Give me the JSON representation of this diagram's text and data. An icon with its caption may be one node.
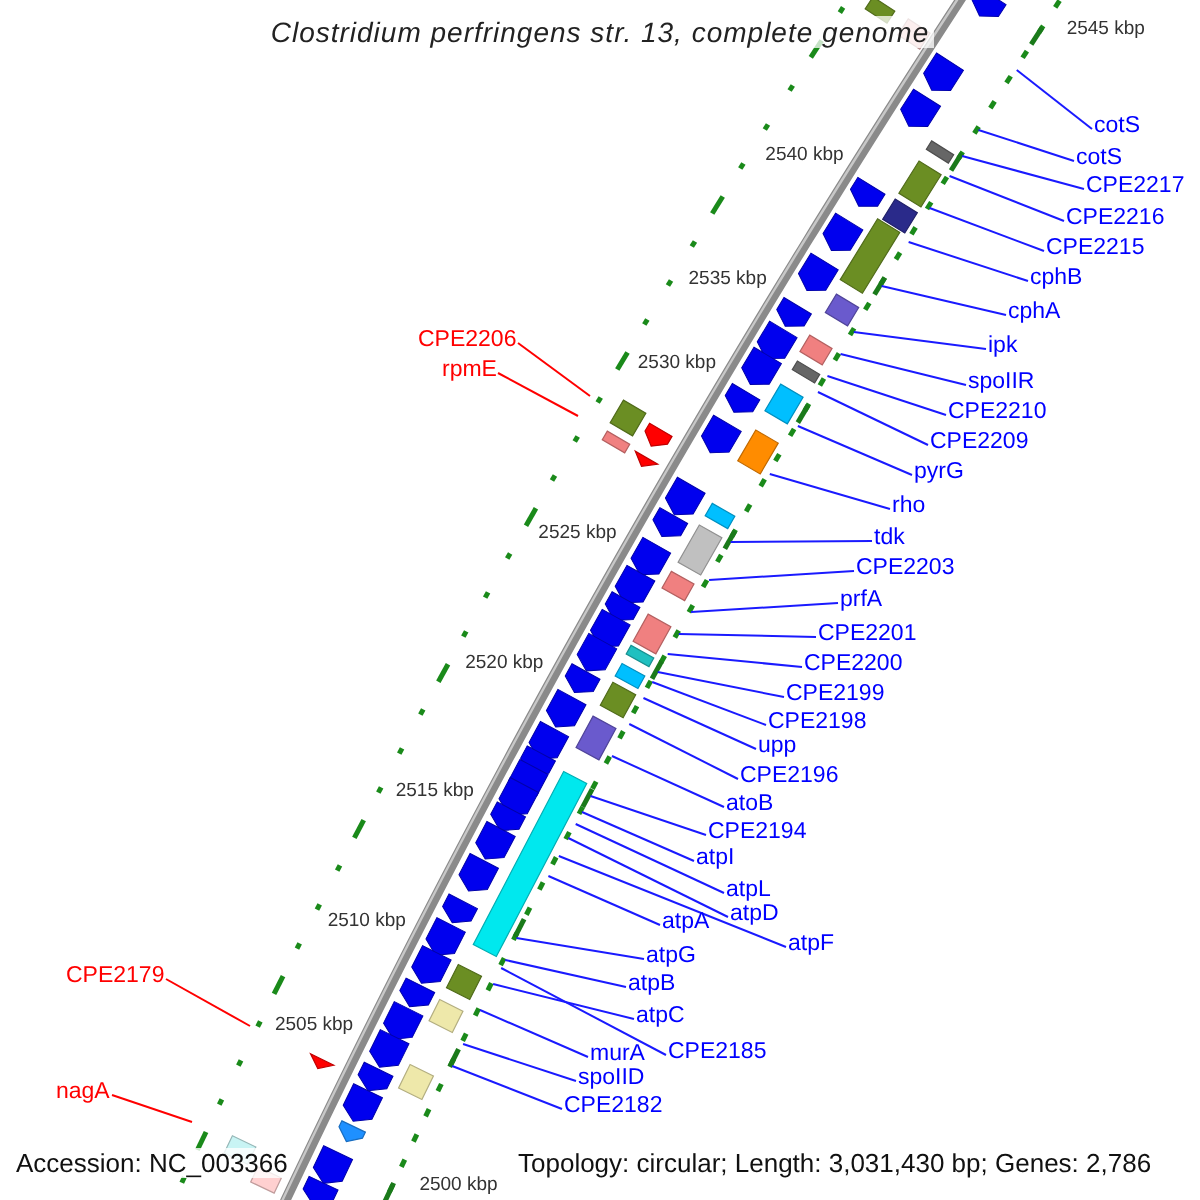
{
  "diagram": {
    "title": "Clostridium perfringens str. 13, complete genome",
    "nodes": [
      {
        "text": [
          "cotS"
        ]
      },
      {
        "text": [
          "cotS"
        ]
      },
      {
        "text": [
          "CPE2217"
        ]
      },
      {
        "text": [
          "CPE2216"
        ]
      },
      {
        "text": [
          "CPE2215"
        ]
      },
      {
        "text": [
          "cphB"
        ]
      },
      {
        "text": [
          "cphA"
        ]
      },
      {
        "text": [
          "CPE2206"
        ]
      },
      {
        "text": [
          "ipk"
        ]
      },
      {
        "text": [
          "rpmE"
        ]
      },
      {
        "text": [
          "spoIIR"
        ]
      },
      {
        "text": [
          "CPE2210"
        ]
      },
      {
        "text": [
          "CPE2209"
        ]
      },
      {
        "text": [
          "pyrG"
        ]
      },
      {
        "text": [
          "rho"
        ]
      },
      {
        "text": [
          "tdk"
        ]
      },
      {
        "text": [
          "CPE2203"
        ]
      },
      {
        "text": [
          "prfA"
        ]
      },
      {
        "text": [
          "CPE2201"
        ]
      },
      {
        "text": [
          "CPE2200"
        ]
      },
      {
        "text": [
          "CPE2199"
        ]
      },
      {
        "text": [
          "CPE2198"
        ]
      },
      {
        "text": [
          "upp"
        ]
      },
      {
        "text": [
          "CPE2196"
        ]
      },
      {
        "text": [
          "atoB"
        ]
      },
      {
        "text": [
          "CPE2194"
        ]
      },
      {
        "text": [
          "atpI"
        ]
      },
      {
        "text": [
          "atpL"
        ]
      },
      {
        "text": [
          "atpA"
        ]
      },
      {
        "text": [
          "atpD"
        ]
      },
      {
        "text": [
          "atpF"
        ]
      },
      {
        "text": [
          "atpG"
        ]
      },
      {
        "text": [
          "atpB"
        ]
      },
      {
        "text": [
          "CPE2179"
        ]
      },
      {
        "text": [
          "atpC"
        ]
      },
      {
        "text": [
          "murA"
        ]
      },
      {
        "text": [
          "CPE2185"
        ]
      },
      {
        "text": [
          "spoIID"
        ]
      },
      {
        "text": [
          "nagA"
        ]
      },
      {
        "text": [
          "CPE2182"
        ]
      }
    ],
    "edges": [
      {
        "from": 0,
        "to": null,
        "arrow": "none"
      },
      {
        "from": 1,
        "to": null,
        "arrow": "none"
      },
      {
        "from": 2,
        "to": null,
        "arrow": "none"
      },
      {
        "from": 3,
        "to": null,
        "arrow": "none"
      },
      {
        "from": 4,
        "to": null,
        "arrow": "none"
      },
      {
        "from": 5,
        "to": null,
        "arrow": "none"
      },
      {
        "from": 6,
        "to": null,
        "arrow": "none"
      },
      {
        "from": 7,
        "to": null,
        "arrow": "none",
        "color": "#ff0000"
      },
      {
        "from": 8,
        "to": null,
        "arrow": "none"
      },
      {
        "from": 9,
        "to": null,
        "arrow": "none",
        "color": "#ff0000"
      },
      {
        "from": 10,
        "to": null,
        "arrow": "none"
      },
      {
        "from": 11,
        "to": null,
        "arrow": "none"
      },
      {
        "from": 12,
        "to": null,
        "arrow": "none"
      },
      {
        "from": 13,
        "to": null,
        "arrow": "none"
      },
      {
        "from": 14,
        "to": null,
        "arrow": "none"
      },
      {
        "from": 15,
        "to": null,
        "arrow": "none"
      },
      {
        "from": 16,
        "to": null,
        "arrow": "none"
      },
      {
        "from": 17,
        "to": null,
        "arrow": "none"
      },
      {
        "from": 18,
        "to": null,
        "arrow": "none"
      },
      {
        "from": 19,
        "to": null,
        "arrow": "none"
      },
      {
        "from": 20,
        "to": null,
        "arrow": "none"
      },
      {
        "from": 21,
        "to": null,
        "arrow": "none"
      },
      {
        "from": 22,
        "to": null,
        "arrow": "none"
      },
      {
        "from": 23,
        "to": null,
        "arrow": "none"
      },
      {
        "from": 24,
        "to": null,
        "arrow": "none"
      },
      {
        "from": 25,
        "to": null,
        "arrow": "none"
      },
      {
        "from": 26,
        "to": null,
        "arrow": "none"
      },
      {
        "from": 27,
        "to": null,
        "arrow": "none"
      },
      {
        "from": 28,
        "to": null,
        "arrow": "none"
      },
      {
        "from": 29,
        "to": null,
        "arrow": "none"
      },
      {
        "from": 30,
        "to": null,
        "arrow": "none"
      },
      {
        "from": 31,
        "to": null,
        "arrow": "none"
      },
      {
        "from": 32,
        "to": null,
        "arrow": "none"
      },
      {
        "from": 33,
        "to": null,
        "arrow": "none",
        "color": "#ff0000"
      },
      {
        "from": 34,
        "to": null,
        "arrow": "none"
      },
      {
        "from": 35,
        "to": null,
        "arrow": "none"
      },
      {
        "from": 36,
        "to": null,
        "arrow": "none"
      },
      {
        "from": 37,
        "to": null,
        "arrow": "none"
      },
      {
        "from": 38,
        "to": null,
        "arrow": "none",
        "color": "#ff0000"
      },
      {
        "from": 39,
        "to": null,
        "arrow": "none"
      }
    ],
    "labels": [
      "2545 kbp",
      "2540 kbp",
      "2535 kbp",
      "2530 kbp",
      "2525 kbp",
      "2520 kbp",
      "2515 kbp",
      "2510 kbp",
      "2505 kbp",
      "Accession: NC_003366",
      "Topology: circular; Length: 3,031,430 bp; Genes: 2,786",
      "2500 kbp"
    ]
  }
}
